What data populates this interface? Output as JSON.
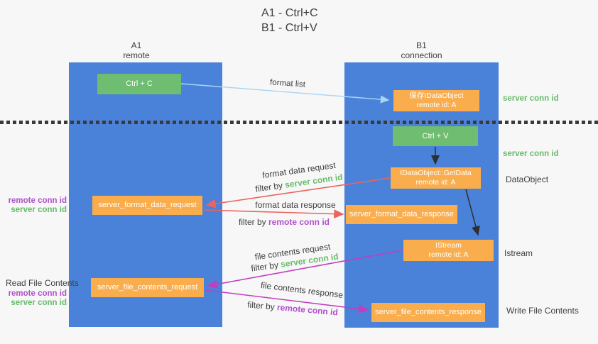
{
  "colors": {
    "background": "#f7f7f7",
    "lifeline-blue": "#4a82d9",
    "box-green": "#6fbd70",
    "box-orange": "#f9ad4d",
    "arrow-red": "#e9645e",
    "arrow-magenta": "#c13ec1",
    "arrow-lightblue": "#a9d5f5",
    "arrow-black": "#2f2f2f",
    "text-green": "#67bb6a",
    "text-purple": "#b14fcb",
    "text-dark": "#3f3f3f"
  },
  "title": {
    "line1": "A1 - Ctrl+C",
    "line2": "B1 - Ctrl+V"
  },
  "lifelines": {
    "a1": {
      "name": "A1",
      "role": "remote"
    },
    "b1": {
      "name": "B1",
      "role": "connection"
    }
  },
  "boxes": {
    "ctrl_c": {
      "label": "Ctrl + C"
    },
    "save_dataobject": {
      "title": "保存IDataObject",
      "subtitle": "remote id: A"
    },
    "ctrl_v": {
      "label": "Ctrl + V"
    },
    "getdata": {
      "title": "IDataObject::GetData",
      "subtitle": "remote id: A"
    },
    "format_request": {
      "label": "server_format_data_request"
    },
    "format_response": {
      "label": "server_format_data_response"
    },
    "istream": {
      "title": "IStream",
      "subtitle": "remote id: A"
    },
    "file_request": {
      "label": "server_file_contents_request"
    },
    "file_response": {
      "label": "server_file_contents_response"
    }
  },
  "labels": {
    "format_list": "format list",
    "format_data_request": "format data request",
    "format_data_response": "format data response",
    "file_contents_request": "file contents request",
    "file_contents_response": "file contents response",
    "filter_by": "filter by ",
    "server_conn_id": "server conn id",
    "remote_conn_id": "remote conn id",
    "dataobject": "DataObject",
    "istream": "Istream",
    "read_file_contents": "Read File Contents",
    "write_file_contents": "Write File Contents"
  }
}
